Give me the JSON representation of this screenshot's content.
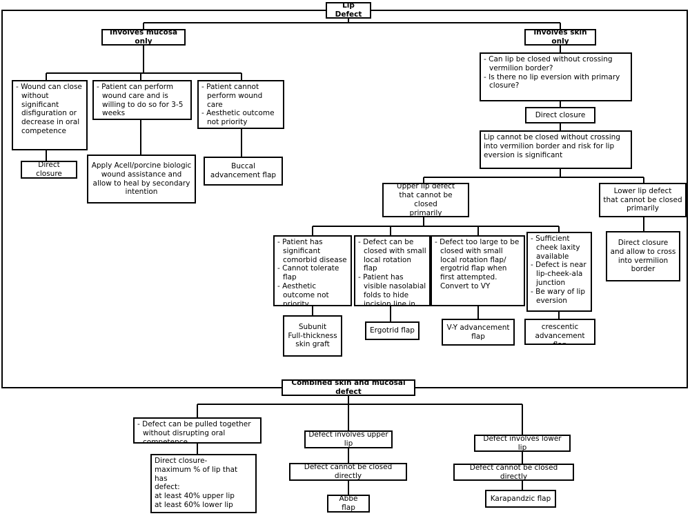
{
  "diagram": {
    "root": "Lip Defect",
    "mucosa": {
      "title": "Involves mucosa only",
      "a_items": [
        "Wound can close without significant disfiguration or decrease in oral competence"
      ],
      "a_result": "Direct closure",
      "b_items": [
        "Patient can perform wound care and is willing to do so for 3-5 weeks"
      ],
      "b_result": "Apply Acell/porcine biologic wound assistance and allow to heal by secondary intention",
      "c_items": [
        "Patient cannot perform wound care",
        "Aesthetic outcome not priority"
      ],
      "c_result": "Buccal advancement flap"
    },
    "skin": {
      "title": "Involves skin only",
      "q_items": [
        "Can lip be closed without crossing vermilion border?",
        "Is there no lip eversion with primary closure?"
      ],
      "direct": "Direct closure",
      "cannot": "Lip cannot be closed without crossing into vermilion border and risk for lip eversion is significant",
      "upper": "Upper lip defect\nthat cannot be closed\nprimarily",
      "lower": "Lower lip defect\nthat cannot be closed\nprimarily",
      "lower_result": "Direct closure\nand allow to cross\ninto vermilion\nborder",
      "u1_items": [
        "Patient has significant comorbid disease",
        "Cannot tolerate flap",
        "Aesthetic outcome not priority"
      ],
      "u1_result": "Subunit\nFull-thickness\nskin graft",
      "u2_items": [
        "Defect can be closed with small local rotation flap",
        "Patient has visible nasolabial folds to hide incision line in"
      ],
      "u2_result": "Ergotrid flap",
      "u3_items": [
        "Defect too large to be closed with small local rotation flap/ ergotrid flap when first attempted. Convert to VY"
      ],
      "u3_result": "V-Y advancement\nflap",
      "u4_items": [
        "Sufficient cheek laxity available",
        "Defect is near lip-cheek-ala junction",
        "Be wary of lip eversion"
      ],
      "u4_result": "Perialar crescentic\nadvancement flap"
    },
    "combined": {
      "title": "Combined skin and mucosal defect",
      "a_items": [
        "Defect can be pulled together without disrupting oral competence"
      ],
      "a_result": "Direct closure-\nmaximum % of lip that has\ndefect:\nat least 40% upper lip\nat least 60% lower lip",
      "upper": "Defect involves upper lip",
      "upper_cannot": "Defect cannot be closed directly",
      "upper_result": "Abbe flap",
      "lower": "Defect involves lower lip",
      "lower_cannot": "Defect cannot be closed directly",
      "lower_result": "Karapandzic flap"
    }
  }
}
